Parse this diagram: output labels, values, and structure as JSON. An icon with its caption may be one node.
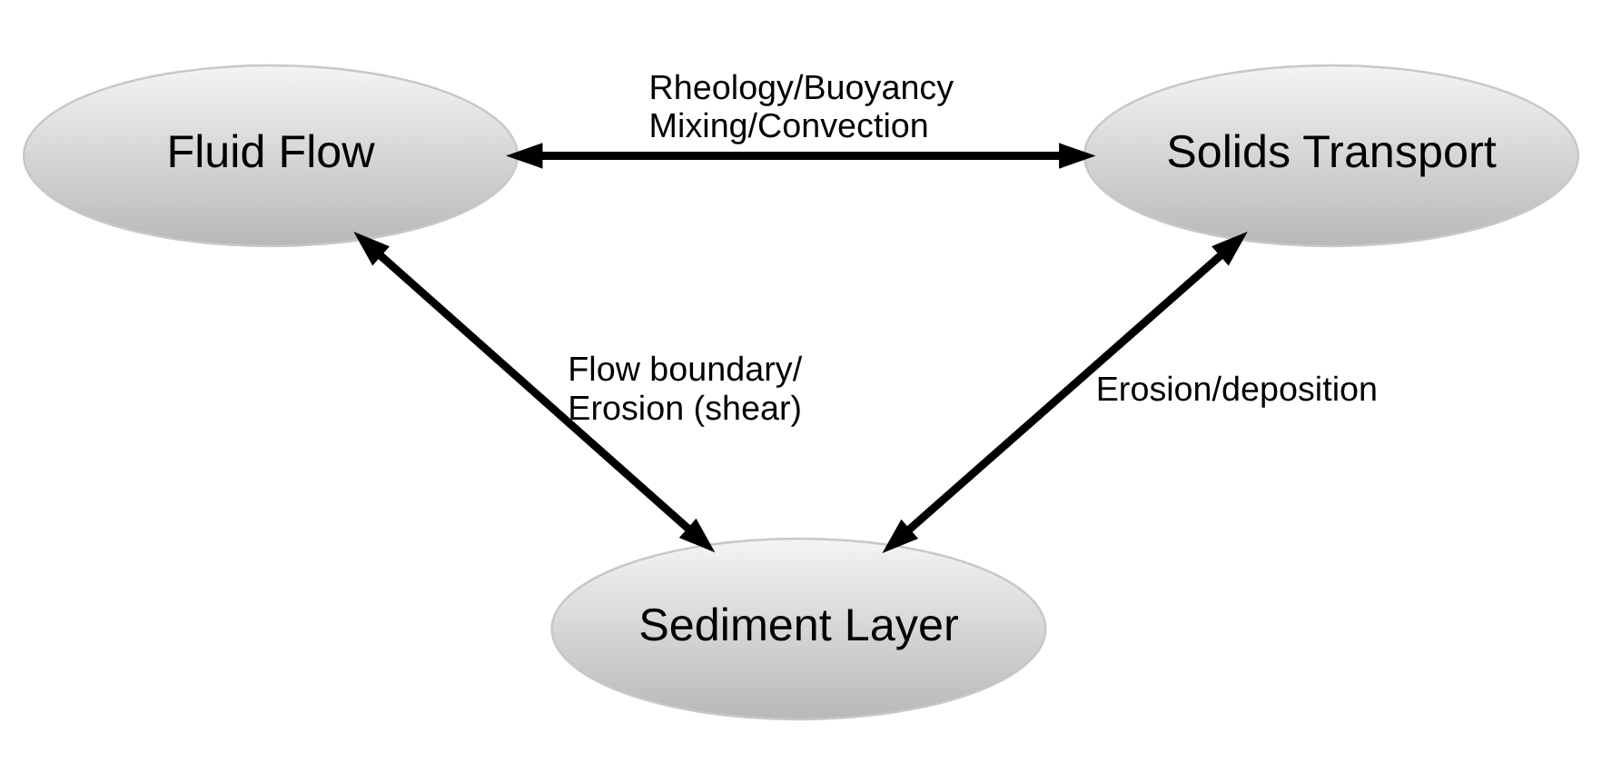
{
  "diagram": {
    "nodes": [
      {
        "text": [
          "Fluid Flow"
        ]
      },
      {
        "text": [
          "Solids Transport"
        ]
      },
      {
        "text": [
          "Sediment Layer"
        ]
      }
    ],
    "edges": [
      {
        "from": 0,
        "to": 1,
        "arrow": "both",
        "label": "Rheology/Buoyancy Mixing/Convection"
      },
      {
        "from": 0,
        "to": 2,
        "arrow": "both",
        "label": "Flow boundary/ Erosion (shear)"
      },
      {
        "from": 1,
        "to": 2,
        "arrow": "both",
        "label": "Erosion/deposition"
      }
    ]
  }
}
